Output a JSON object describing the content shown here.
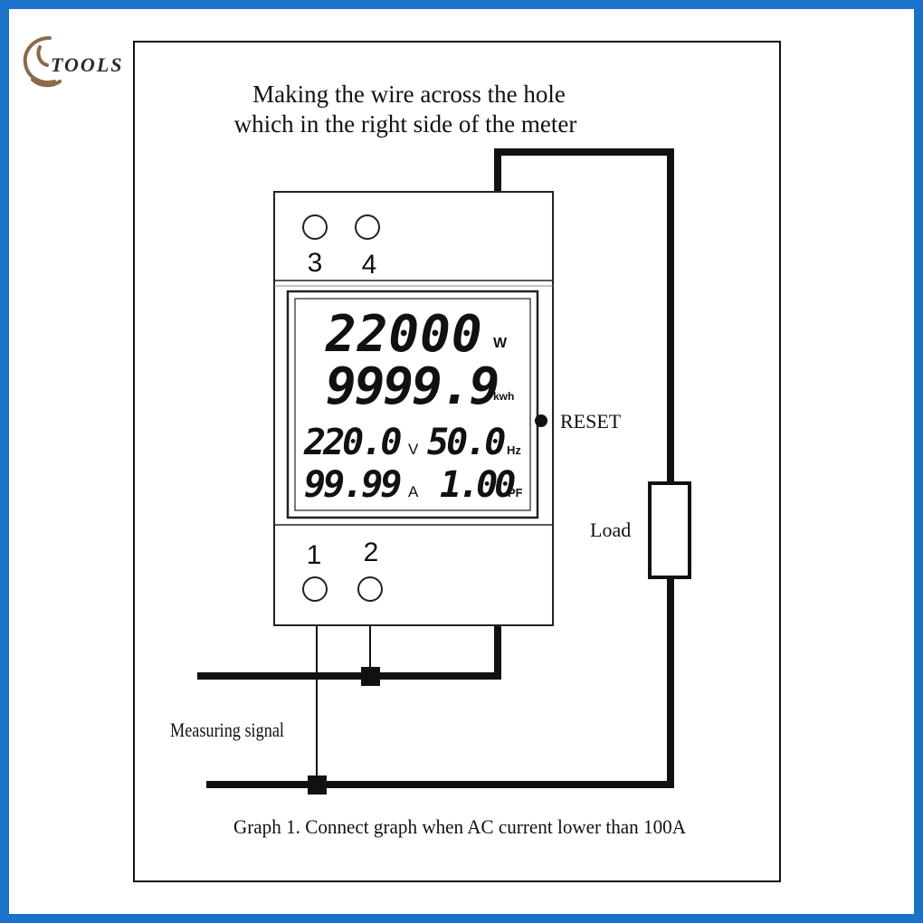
{
  "logo": {
    "text": "TOOLS"
  },
  "caption_top": {
    "line1": "Making the wire across the hole",
    "line2": "which in the right side of the meter"
  },
  "terminals": {
    "top": [
      "3",
      "4"
    ],
    "bottom": [
      "1",
      "2"
    ]
  },
  "display": {
    "power": {
      "value": "22000",
      "unit": "W"
    },
    "energy": {
      "value": "9999.9",
      "unit": "kwh"
    },
    "voltage": {
      "value": "220.0",
      "unit": "V"
    },
    "frequency": {
      "value": "50.0",
      "unit": "Hz"
    },
    "current": {
      "value": "99.99",
      "unit": "A"
    },
    "power_factor": {
      "value": "1.00",
      "unit": "PF"
    }
  },
  "reset_label": "RESET",
  "load_label": "Load",
  "signal_label": "Measuring signal",
  "caption_bottom": "Graph 1. Connect graph when AC current lower than 100A",
  "colors": {
    "border": "#1a73c9",
    "line": "#111111",
    "logo": "#8b6a4a"
  }
}
